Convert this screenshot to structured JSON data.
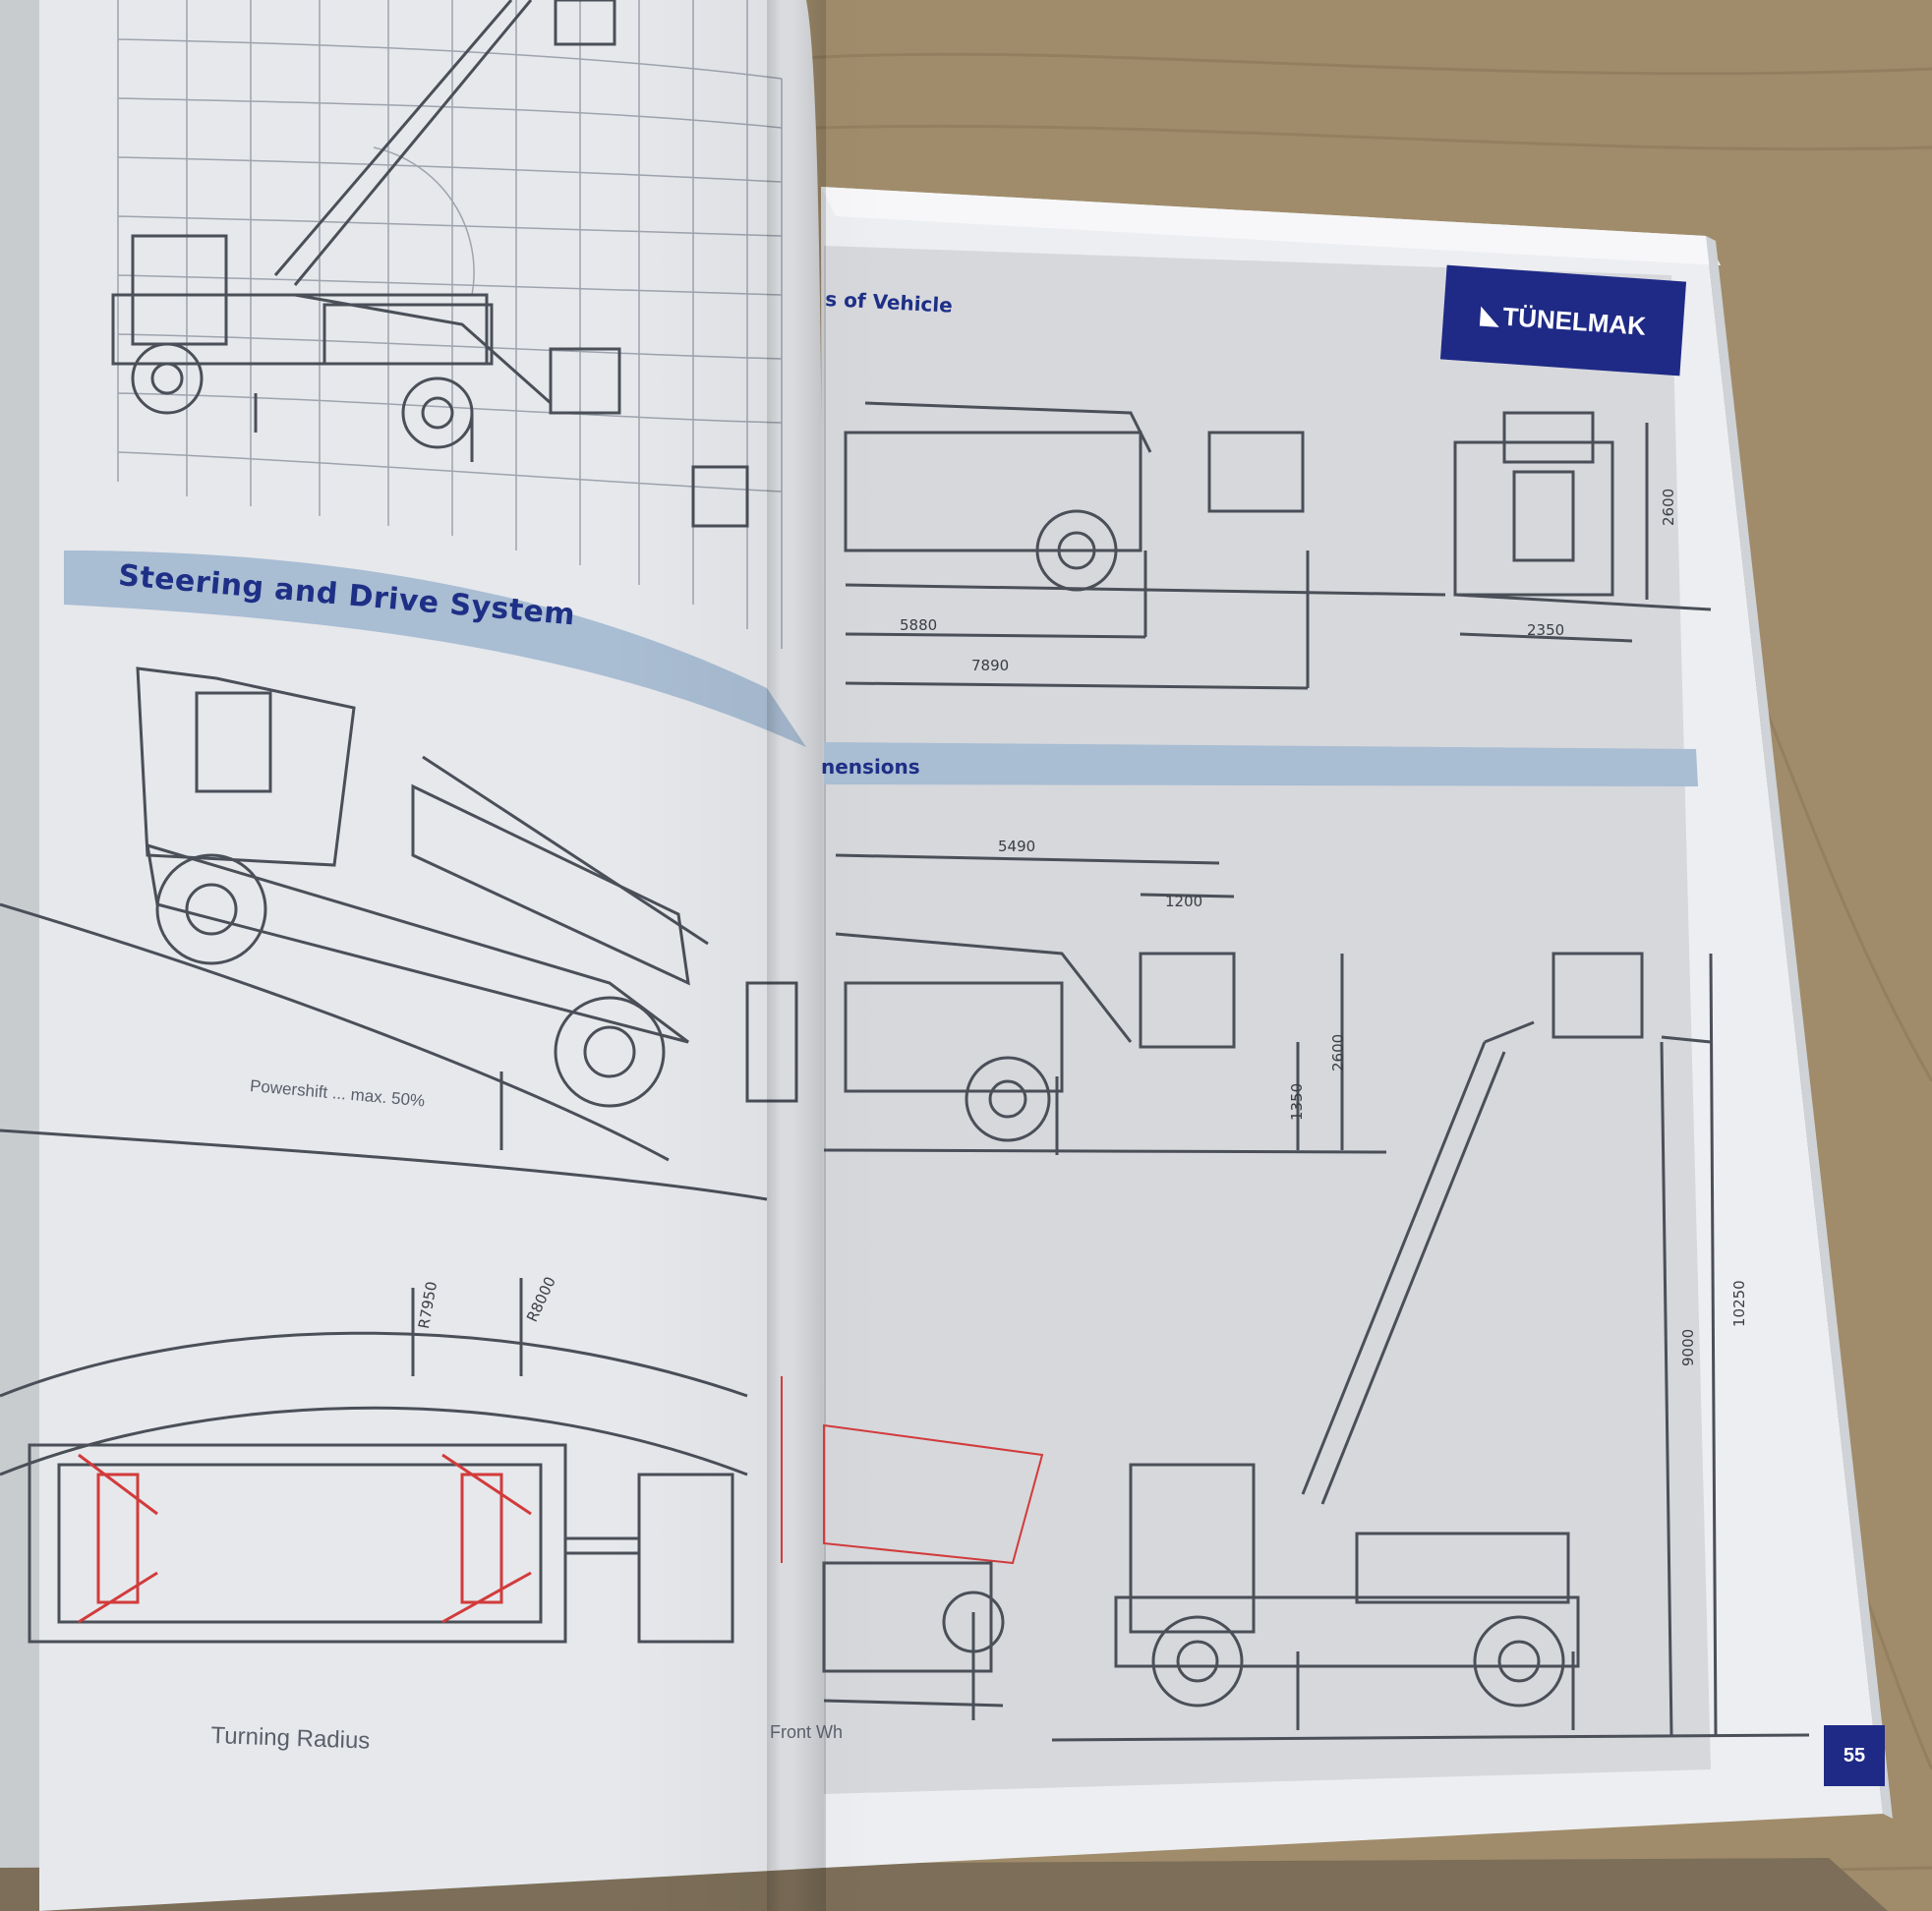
{
  "brochure": {
    "left_page": {
      "section_title": "Steering and Drive System",
      "powershift_label": "Powershift ... max. 50%",
      "turning_radius_caption": "Turning Radius",
      "front_label_partial": "Front Wh",
      "turning_dims": [
        "R7950",
        "R8000"
      ]
    },
    "right_page": {
      "section_vehicle_partial": "s of Vehicle",
      "section_dimensions_partial": "nensions",
      "brand": "TÜNELMAK",
      "page_number": "55",
      "vehicle_dims": {
        "length_body": "5880",
        "length_total": "7890",
        "height": "2600",
        "width": "2350"
      },
      "working_dims": {
        "reach": "5490",
        "basket_width": "1200",
        "basket_height": "2600",
        "floor_height": "1350",
        "lift_height": "9000",
        "total_height": "10250"
      }
    }
  }
}
